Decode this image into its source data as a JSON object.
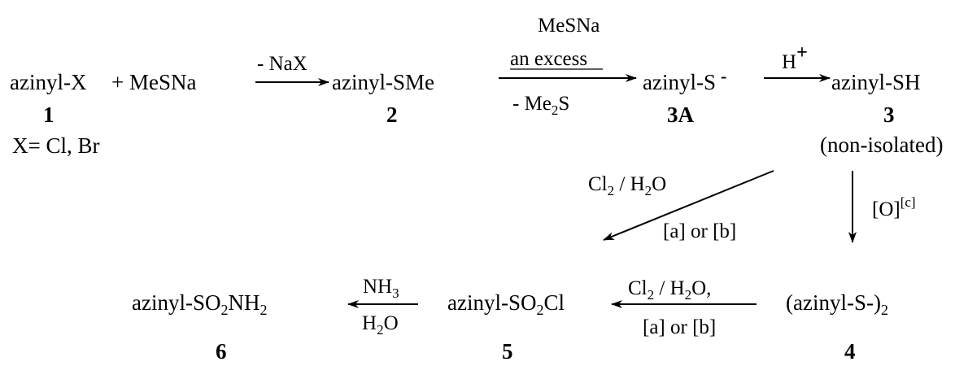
{
  "compounds": {
    "c1": {
      "main": "azinyl-X",
      "label": "1"
    },
    "reagent": "+ MeSNa",
    "x_def": "X= Cl, Br",
    "c2": {
      "main": "azinyl-SMe",
      "label": "2"
    },
    "c3A": {
      "main": "azinyl-S",
      "charge": "-",
      "label": "3A"
    },
    "c3": {
      "main": "azinyl-SH",
      "label": "3",
      "note": "(non-isolated)"
    },
    "c4": {
      "main": "(azinyl-S-)",
      "sub": "2",
      "label": "4"
    },
    "c5": {
      "pre": "azinyl-SO",
      "sub": "2",
      "post": "Cl",
      "label": "5"
    },
    "c6": {
      "pre": "azinyl-SO",
      "sub": "2",
      "post": "NH",
      "sub2": "2",
      "label": "6"
    }
  },
  "arrows": {
    "a1": {
      "above": "- NaX"
    },
    "a2": {
      "above1": "MeSNa",
      "above2": "an excess",
      "below_pre": "- Me",
      "below_sub": "2",
      "below_post": "S"
    },
    "a3": {
      "above": "H",
      "above_sup": "+"
    },
    "a4": {
      "above_pre": "Cl",
      "above_sub": "2",
      "above_mid": " / H",
      "above_sub2": "2",
      "above_post": "O",
      "below": "[a] or [b]"
    },
    "a5": {
      "label": "[O]",
      "label_sup": "[c]"
    },
    "a6": {
      "above_pre": "Cl",
      "above_sub": "2",
      "above_mid": " / H",
      "above_sub2": "2",
      "above_post": "O,",
      "below": "[a] or [b]"
    },
    "a7": {
      "above_pre": "NH",
      "above_sub": "3",
      "below_pre": "H",
      "below_sub": "2",
      "below_post": "O"
    }
  }
}
